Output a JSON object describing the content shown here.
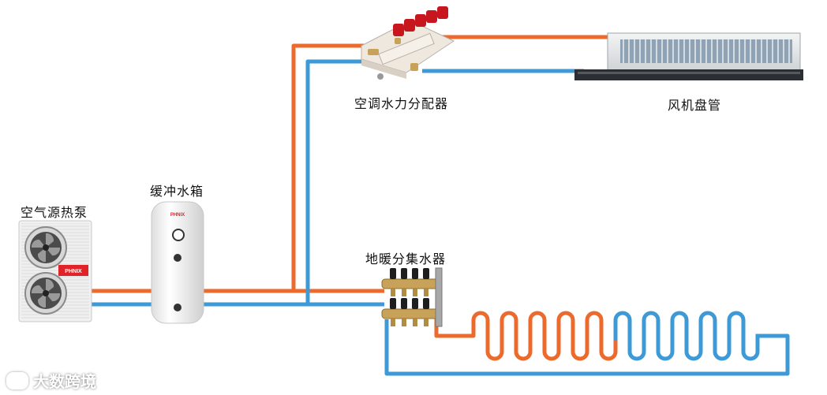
{
  "labels": {
    "heat_pump": "空气源热泵",
    "buffer_tank": "缓冲水箱",
    "ac_manifold": "空调水力分配器",
    "fan_coil": "风机盘管",
    "floor_manifold": "地暖分集水器"
  },
  "brand": {
    "heat_pump_badge": "PHNIX",
    "tank_logo": "PHNIX"
  },
  "watermark": "大数跨境",
  "colors": {
    "supply_pipe": "#ec6a2c",
    "return_pipe": "#3d9ad7",
    "background": "#ffffff",
    "badge_red": "#e02328",
    "valve_red": "#c8161e",
    "brass": "#c9a25a"
  }
}
